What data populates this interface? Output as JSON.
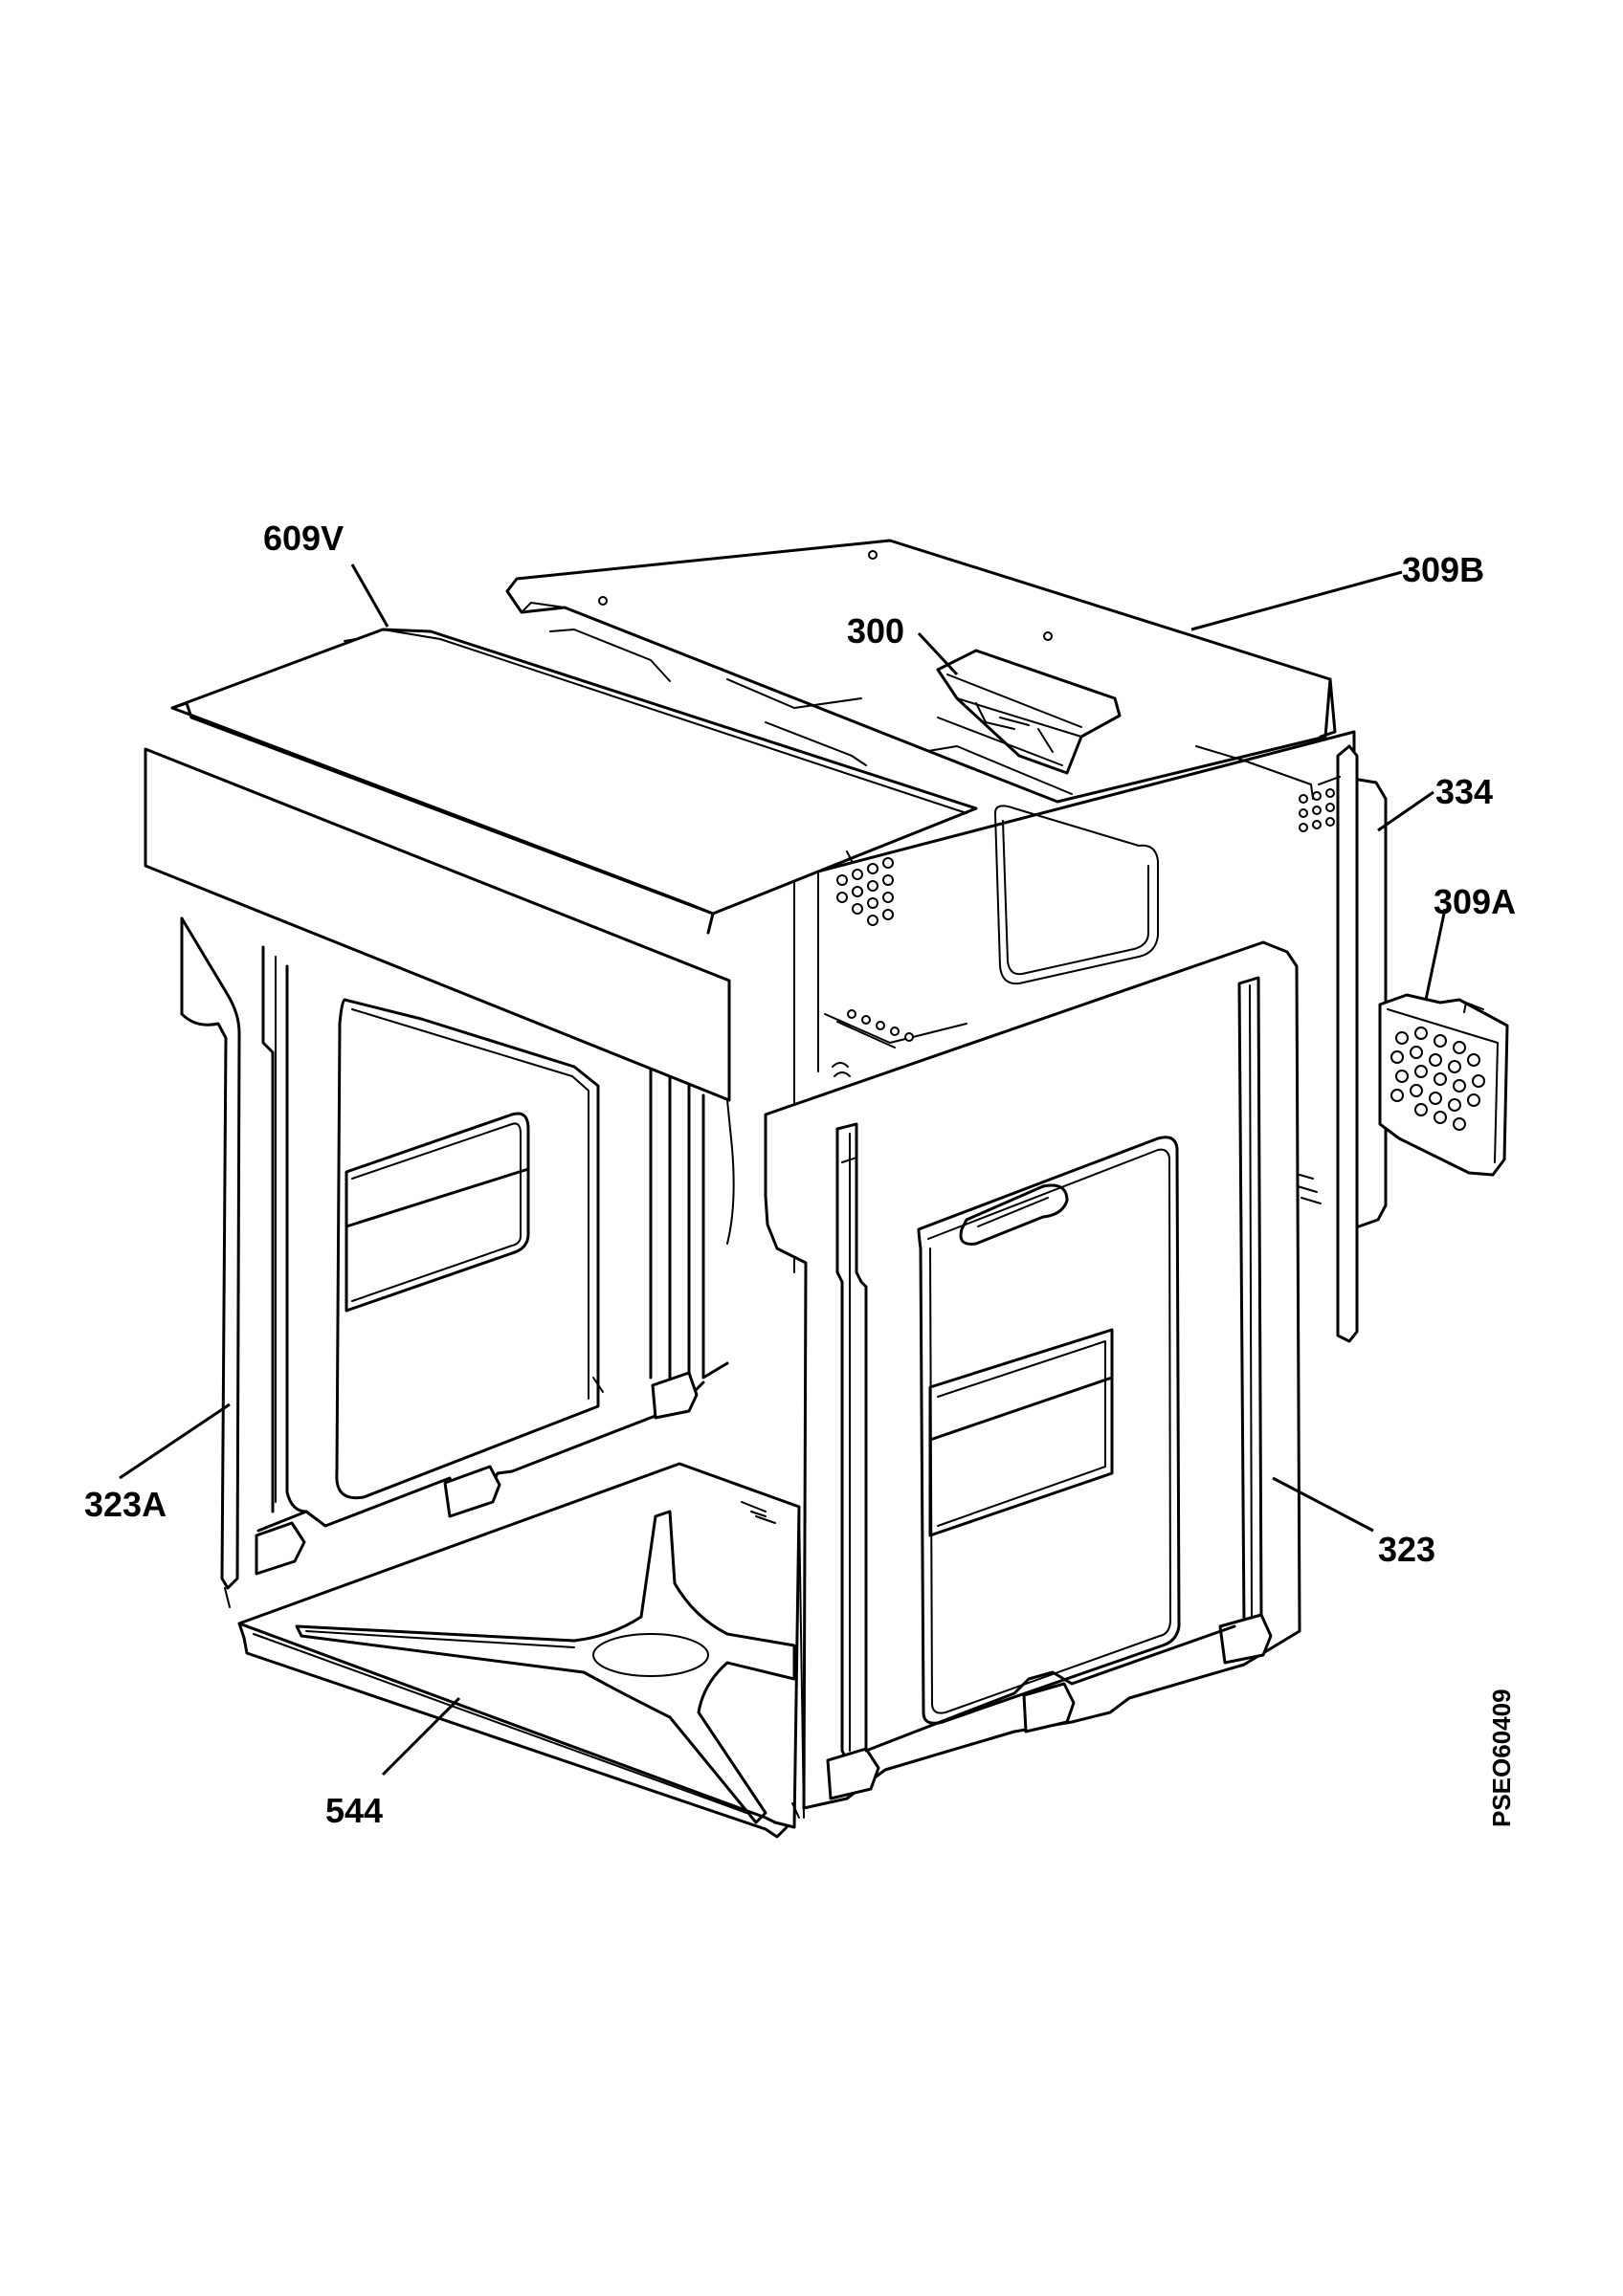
{
  "diagram": {
    "drawing_code": "PSEO60409",
    "labels": {
      "p609v": "609V",
      "p309b": "309B",
      "p300": "300",
      "p334": "334",
      "p309a": "309A",
      "p323a": "323A",
      "p323": "323",
      "p544": "544"
    }
  }
}
